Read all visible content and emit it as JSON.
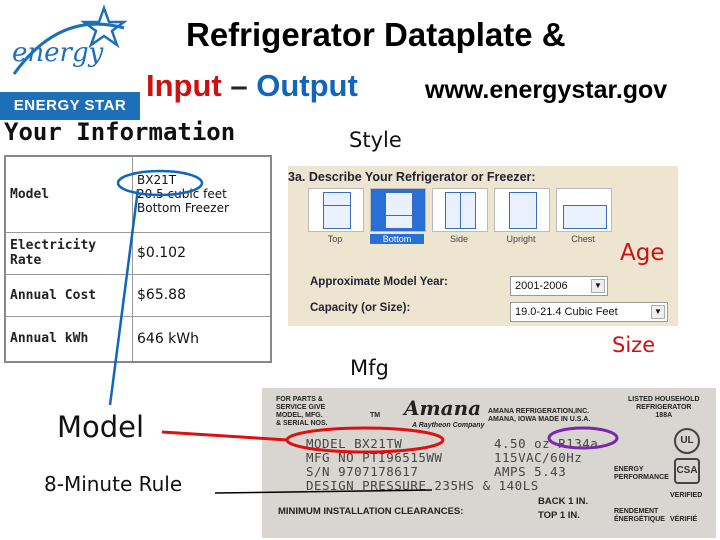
{
  "logo": {
    "script_text": "energy",
    "bar_text": "ENERGY STAR"
  },
  "header": {
    "title_line1": "Refrigerator Dataplate  &",
    "input_word": "Input",
    "dash": " – ",
    "output_word": "Output",
    "url": "www.energystar.gov"
  },
  "your_information": {
    "heading": "Your Information",
    "rows": [
      {
        "label": "Model",
        "value_lines": [
          "BX21T",
          "20.5 cubic feet",
          "Bottom Freezer"
        ]
      },
      {
        "label": "Electricity Rate",
        "value": "$0.102"
      },
      {
        "label": "Annual Cost",
        "value": "$65.88"
      },
      {
        "label": "Annual kWh",
        "value": "646 kWh"
      }
    ]
  },
  "annotations": {
    "style": "Style",
    "age": "Age",
    "mfg": "Mfg",
    "size": "Size",
    "model": "Model",
    "rule": "8-Minute Rule"
  },
  "describe_panel": {
    "heading": "3a. Describe Your Refrigerator or Freezer:",
    "options": [
      "Top",
      "Bottom",
      "Side",
      "Upright",
      "Chest"
    ],
    "selected_option": "Bottom",
    "year_label": "Approximate Model Year:",
    "year_value": "2001-2006",
    "capacity_label": "Capacity (or Size):",
    "capacity_value": "19.0-21.4 Cubic Feet"
  },
  "dataplate": {
    "service_text": [
      "FOR PARTS &",
      "SERVICE GIVE",
      "MODEL, MFG.",
      "& SERIAL NOS."
    ],
    "tm": "TM",
    "brand": "Amana",
    "brand_sub": "A Raytheon Company",
    "maker_text": [
      "AMANA REFRIGERATION,INC.",
      "AMANA, IOWA MADE IN U.S.A."
    ],
    "listed_text": [
      "LISTED HOUSEHOLD",
      "REFRIGERATOR",
      "188A"
    ],
    "line_model": "MODEL BX21TW",
    "line_mfg": "MFG NO PTI96515WW",
    "line_sn": "S/N 9707178617",
    "line_pressure": "DESIGN PRESSURE 235HS & 140LS",
    "refrigerant": "4.50 oz R134a",
    "electric": "115VAC/60Hz",
    "amps": "AMPS 5.43",
    "energy_perf": [
      "ENERGY",
      "PERFORMANCE"
    ],
    "rendement": [
      "RENDEMENT",
      "ÉNERGÉTIQUE"
    ],
    "csa": "CSA",
    "ul": "UL",
    "verified": [
      "VERIFIED",
      "VÉRIFIÉ"
    ],
    "back": "BACK 1 IN.",
    "top": "TOP 1 IN.",
    "clearances": "MINIMUM INSTALLATION CLEARANCES:"
  },
  "colors": {
    "red": "#cc1111",
    "blue": "#1166bb",
    "purple": "#7a2aa8",
    "energy_blue": "#1d6fb8"
  }
}
